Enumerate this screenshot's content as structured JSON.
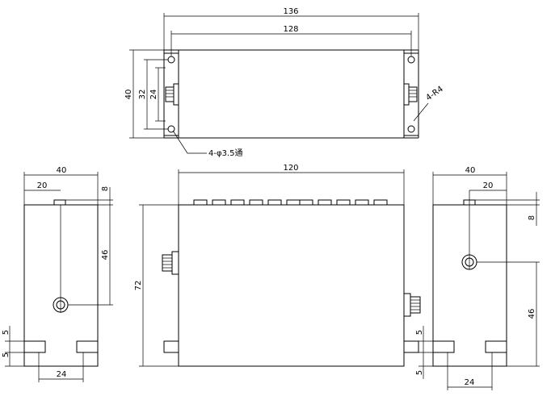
{
  "top_view": {
    "dims": {
      "overall_length": "136",
      "hole_spacing": "128",
      "height": "40",
      "hole_pitch": "32",
      "connector_offset": "24"
    },
    "notes": {
      "corner_radius": "4-R4",
      "mounting_holes": "4-φ3.5通"
    }
  },
  "left_view": {
    "dims": {
      "width": "40",
      "half_width": "20",
      "pin_height": "8",
      "connector_height": "46",
      "foot_h1": "5",
      "foot_h2": "5",
      "foot_spacing": "24"
    }
  },
  "front_view": {
    "dims": {
      "length": "120",
      "height": "72"
    }
  },
  "right_view": {
    "dims": {
      "width": "40",
      "half_width": "20",
      "pin_height": "8",
      "connector_height": "46",
      "foot_h1": "5",
      "foot_h2": "5",
      "foot_spacing": "24"
    }
  }
}
